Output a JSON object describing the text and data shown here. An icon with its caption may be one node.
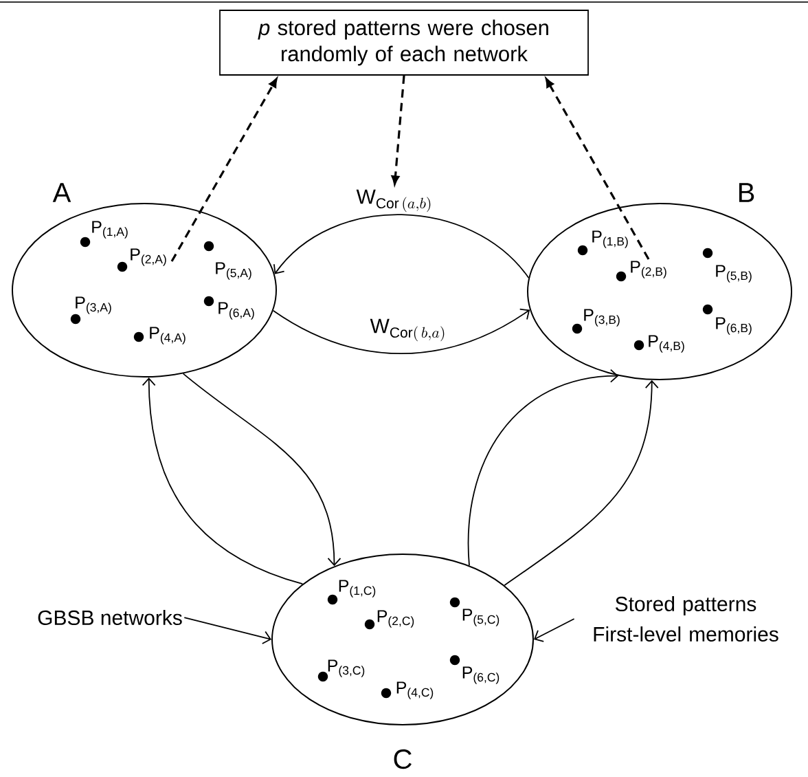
{
  "diagram": {
    "nodes": [
      {
        "text": [
          "*p* stored patterns were chosen randomly of each network"
        ]
      },
      {
        "text": [
          "A"
        ]
      },
      {
        "text": [
          "P$_{(1,A)}$"
        ],
        "in": 1
      },
      {
        "text": [
          "P$_{(2,A)}$"
        ],
        "in": 1
      },
      {
        "text": [
          "P$_{(3,A)}$"
        ],
        "in": 1
      },
      {
        "text": [
          "P$_{(4,A)}$"
        ],
        "in": 1
      },
      {
        "text": [
          "P$_{(5,A)}$"
        ],
        "in": 1
      },
      {
        "text": [
          "P$_{(6,A)}$"
        ],
        "in": 1
      },
      {
        "text": [
          "B"
        ]
      },
      {
        "text": [
          "P$_{(1,B)}$"
        ],
        "in": 8
      },
      {
        "text": [
          "P$_{(2,B)}$"
        ],
        "in": 8
      },
      {
        "text": [
          "P$_{(3,B)}$"
        ],
        "in": 8
      },
      {
        "text": [
          "P$_{(4,B)}$"
        ],
        "in": 8
      },
      {
        "text": [
          "P$_{(5,B)}$"
        ],
        "in": 8
      },
      {
        "text": [
          "P$_{(6,B)}$"
        ],
        "in": 8
      },
      {
        "text": [
          "C"
        ]
      },
      {
        "text": [
          "P$_{(1,C)}$"
        ],
        "in": 15
      },
      {
        "text": [
          "P$_{(2,C)}$"
        ],
        "in": 15
      },
      {
        "text": [
          "P$_{(3,C)}$"
        ],
        "in": 15
      },
      {
        "text": [
          "P$_{(4,C)}$"
        ],
        "in": 15
      },
      {
        "text": [
          "P$_{(5,C)}$"
        ],
        "in": 15
      },
      {
        "text": [
          "P$_{(6,C)}$"
        ],
        "in": 15
      },
      {
        "text": [
          "\\mathrm{W}_{\\mathrm{Cor}\\,(a,b)}"
        ]
      },
      {
        "text": [
          "GBSB networks"
        ]
      },
      {
        "text": [
          "Stored patterns First-level memories"
        ]
      }
    ],
    "edges": [
      {
        "from": 3,
        "to": 0,
        "arrow": "to",
        "style": "dashed"
      },
      {
        "from": 10,
        "to": 0,
        "arrow": "to",
        "style": "dashed"
      },
      {
        "from": 0,
        "to": 22,
        "arrow": "to",
        "style": "dashed"
      },
      {
        "from": 8,
        "to": 1,
        "arrow": "to"
      },
      {
        "from": 1,
        "to": 8,
        "arrow": "to",
        "label": "\\mathrm{W}_{\\mathrm{Cor}(\\,b,a)}"
      },
      {
        "from": 15,
        "to": 1,
        "arrow": "to"
      },
      {
        "from": 1,
        "to": 15,
        "arrow": "to"
      },
      {
        "from": 15,
        "to": 8,
        "arrow": "to"
      },
      {
        "from": 15,
        "to": 8,
        "arrow": "to"
      },
      {
        "from": 23,
        "to": 15,
        "arrow": "to"
      },
      {
        "from": 24,
        "to": 15,
        "arrow": "to"
      }
    ]
  }
}
